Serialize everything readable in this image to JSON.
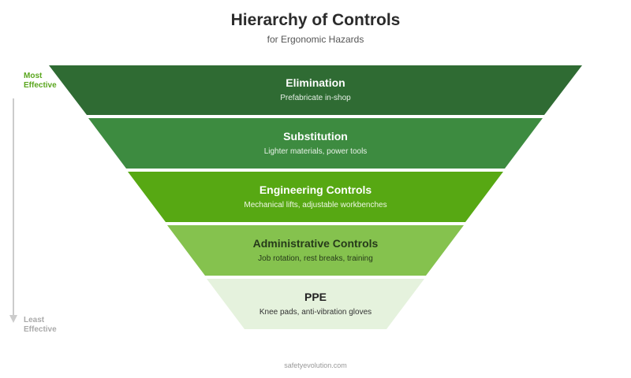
{
  "header": {
    "title": "Hierarchy of Controls",
    "subtitle": "for Ergonomic Hazards"
  },
  "axis": {
    "top_label_line1": "Most",
    "top_label_line2": "Effective",
    "top_color": "#5aa61e",
    "bottom_label_line1": "Least",
    "bottom_label_line2": "Effective",
    "bottom_color": "#aaaaaa",
    "arrow_color": "#cccccc"
  },
  "levels": [
    {
      "label": "Elimination",
      "desc": "Prefabricate in-shop",
      "fill": "#2f6b33",
      "text_color": "#ffffff",
      "desc_color": "#e6efe6"
    },
    {
      "label": "Substitution",
      "desc": "Lighter materials, power tools",
      "fill": "#3d8b40",
      "text_color": "#ffffff",
      "desc_color": "#e8f2e8"
    },
    {
      "label": "Engineering Controls",
      "desc": "Mechanical lifts, adjustable workbenches",
      "fill": "#57a813",
      "text_color": "#ffffff",
      "desc_color": "#eef7e4"
    },
    {
      "label": "Administrative Controls",
      "desc": "Job rotation, rest breaks, training",
      "fill": "#85c24e",
      "text_color": "#263a1a",
      "desc_color": "#263a1a"
    },
    {
      "label": "PPE",
      "desc": "Knee pads, anti-vibration gloves",
      "fill": "#e5f2dd",
      "text_color": "#222222",
      "desc_color": "#333333"
    }
  ],
  "footer": {
    "source": "safetyevolution.com"
  }
}
